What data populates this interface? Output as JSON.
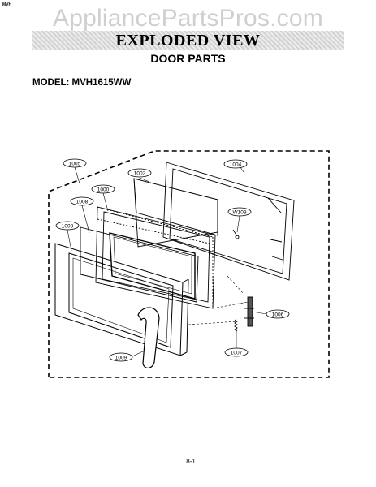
{
  "corner_mark": "MVH",
  "watermark": "AppliancePartsPros.com",
  "title": "EXPLODED VIEW",
  "subtitle": "DOOR PARTS",
  "model": "MODEL: MVH1615WW",
  "callouts": {
    "c1005": "1005",
    "c1002": "1002",
    "c1004": "1004",
    "c1000": "1000",
    "c1008": "1008",
    "cW109": "W109",
    "c1003": "1003",
    "c1006": "1006",
    "c1007": "1007",
    "c1009": "1009"
  },
  "page_number": "8-1"
}
